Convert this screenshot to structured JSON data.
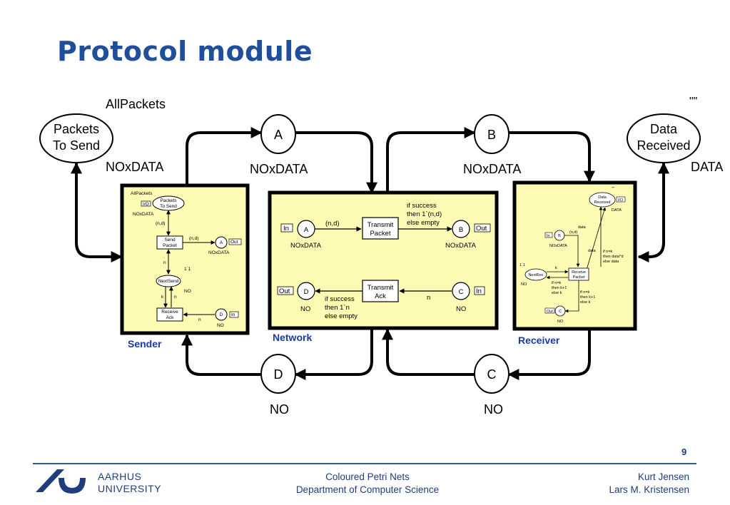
{
  "slide": {
    "title": "Protocol module",
    "page_number": "9"
  },
  "footer": {
    "university_line1": "AARHUS",
    "university_line2": "UNIVERSITY",
    "course_line1": "Coloured Petri Nets",
    "course_line2": "Department of Computer Science",
    "author_line1": "Kurt Jensen",
    "author_line2": "Lars M. Kristensen"
  },
  "top_level": {
    "packets_to_send": {
      "line1": "Packets",
      "line2": "To Send",
      "init": "AllPackets",
      "type": "NOxDATA"
    },
    "data_received": {
      "line1": "Data",
      "line2": "Received",
      "init": "\"\"",
      "type": "DATA"
    },
    "place_A": {
      "name": "A",
      "type": "NOxDATA"
    },
    "place_B": {
      "name": "B",
      "type": "NOxDATA"
    },
    "place_C": {
      "name": "C",
      "type": "NO"
    },
    "place_D": {
      "name": "D",
      "type": "NO"
    }
  },
  "modules": {
    "sender": "Sender",
    "network": "Network",
    "receiver": "Receiver"
  },
  "sender_net": {
    "all_packets": "AllPackets",
    "io_tag": "I/O",
    "pts_line1": "Packets",
    "pts_line2": "To Send",
    "pts_type": "NOxDATA",
    "arc_nd1": "(n,d)",
    "arc_nd2": "(n,d)",
    "send_line1": "Send",
    "send_line2": "Packet",
    "A": "A",
    "out_tag": "Out",
    "A_type": "NOxDATA",
    "arc_n1": "n",
    "init_1": "1`1",
    "next_send": "NextSend",
    "no1": "NO",
    "arc_k": "k",
    "arc_n2": "n",
    "recv_line1": "Receive",
    "recv_line2": "Ack",
    "D": "D",
    "in_tag": "In",
    "arc_n3": "n",
    "D_type": "NO"
  },
  "network_net": {
    "in_tag1": "In",
    "A": "A",
    "A_type": "NOxDATA",
    "arc_nd": "(n,d)",
    "tp_line1": "Transmit",
    "tp_line2": "Packet",
    "guard1_line1": "if success",
    "guard1_line2": "then 1`(n,d)",
    "guard1_line3": "else empty",
    "B": "B",
    "out_tag1": "Out",
    "B_type": "NOxDATA",
    "out_tag2": "Out",
    "D": "D",
    "D_type": "NO",
    "guard2_line1": "if success",
    "guard2_line2": "then 1`n",
    "guard2_line3": "else empty",
    "ta_line1": "Transmit",
    "ta_line2": "Ack",
    "arc_n": "n",
    "C": "C",
    "in_tag2": "In",
    "C_type": "NO"
  },
  "receiver_net": {
    "quote": "\"\"",
    "dr_line1": "Data",
    "dr_line2": "Received",
    "io_tag": "I/O",
    "dr_type": "DATA",
    "in_tag": "In",
    "B": "B",
    "arc_nd": "(n,d)",
    "B_type": "NOxDATA",
    "arc_data1": "data",
    "arc_data2": "data",
    "arc_k1": "k",
    "guard1_line1": "if n=k",
    "guard1_line2": "then data^d",
    "guard1_line3": "else data",
    "init_1": "1`1",
    "next_rec": "NextRec",
    "no_type": "NO",
    "guard2_line1": "if n=k",
    "guard2_line2": "then k+1",
    "guard2_line3": "else k",
    "rp_line1": "Receive",
    "rp_line2": "Packet",
    "guard3_line1": "if n=k",
    "guard3_line2": "then k+1",
    "guard3_line3": "else k",
    "out_tag": "Out",
    "C": "C",
    "C_type": "NO"
  }
}
